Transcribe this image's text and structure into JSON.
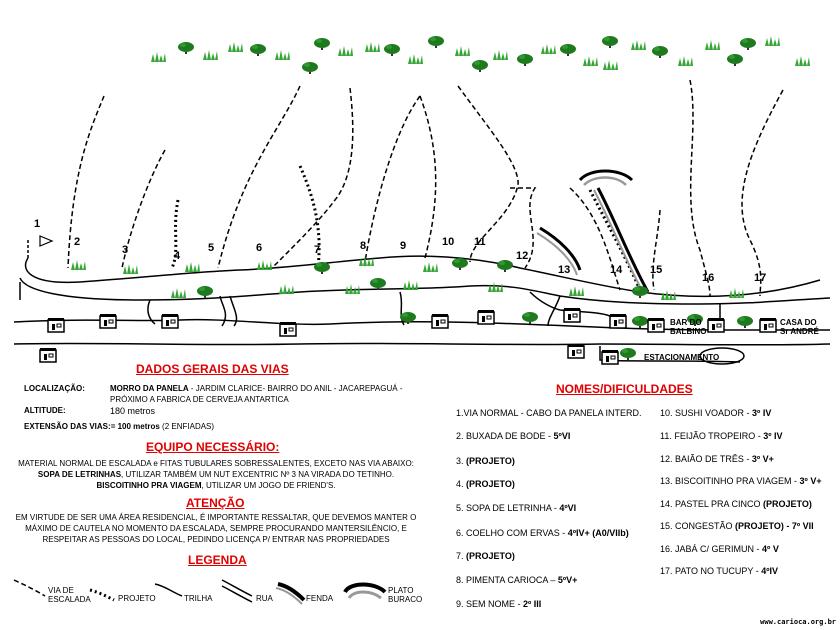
{
  "route_numbers": [
    "1",
    "2",
    "3",
    "4",
    "5",
    "6",
    "7",
    "8",
    "9",
    "10",
    "11",
    "12",
    "13",
    "14",
    "15",
    "16",
    "17"
  ],
  "places": {
    "bar_line1": "BAR DO",
    "bar_line2": "BALBINO",
    "casa_line1": "CASA DO",
    "casa_line2": "Sr ANDRÉ",
    "estacionamento": "ESTACIONAMENTO"
  },
  "dados": {
    "title": "DADOS GERAIS DAS VIAS",
    "localizacao_label": "LOCALIZAÇÃO:",
    "localizacao_bold": "MORRO DA PANELA",
    "localizacao_rest1": " - JARDIM CLARICE- BAIRRO DO ANIL - JACAREPAGUÁ -",
    "localizacao_rest2": "PRÓXIMO A FABRICA DE CERVEJA  ANTARTICA",
    "altitude_label": "ALTITUDE:",
    "altitude_value": "180 metros",
    "extensao_label": "EXTENSÃO DAS VIAS:",
    "extensao_value": "= 100 metros",
    "extensao_note": " (2 ENFIADAS)"
  },
  "equipo": {
    "title": "EQUIPO NECESSÁRIO:",
    "line1": "MATERIAL NORMAL DE ESCALADA e FITAS TUBULARES SOBRESSALENTES, EXCETO NAS VIA ABAIXO:",
    "line2_bold": "SOPA DE LETRINHAS",
    "line2_rest": ", UTILIZAR TAMBÉM UM NUT EXCENTRIC Nº 3 NA VIRADA DO TETINHO.",
    "line3_bold": "BISCOITINHO PRA VIAGEM",
    "line3_rest": ", UTILIZAR UM JOGO DE FRIEND'S."
  },
  "atencao": {
    "title": "ATENÇÃO",
    "line1": "EM VIRTUDE DE SER UMA ÁREA RESIDENCIAL, É IMPORTANTE RESSALTAR, QUE DEVEMOS MANTER O",
    "line2": "MÁXIMO DE CAUTELA NO MOMENTO DA ESCALADA, SEMPRE PROCURANDO MANTERSILÊNCIO, E",
    "line3": "RESPEITAR AS PESSOAS DO LOCAL, PEDINDO LICENÇA P/ ENTRAR NAS PROPRIEDADES"
  },
  "legenda": {
    "title": "LEGENDA",
    "via1": "VIA DE",
    "via2": "ESCALADA",
    "projeto": "PROJETO",
    "trilha": "TRILHA",
    "rua": "RUA",
    "fenda": "FENDA",
    "plato1": "PLATO",
    "plato2": "BURACO"
  },
  "nomes_title": "NOMES/DIFICULDADES",
  "routes_left": [
    {
      "name": "1.VIA NORMAL - CABO DA PANELA INTERD.",
      "grade": ""
    },
    {
      "name": "2. BUXADA DE BODE - ",
      "grade": "5ºVI"
    },
    {
      "name": "3. ",
      "grade": "(PROJETO)"
    },
    {
      "name": "4. ",
      "grade": "(PROJETO)"
    },
    {
      "name": "5. SOPA DE LETRINHA - ",
      "grade": "4ºVI"
    },
    {
      "name": "6. COELHO COM ERVAS - ",
      "grade": "4ºIV+ (A0/VIIb)"
    },
    {
      "name": "7. ",
      "grade": "(PROJETO)"
    },
    {
      "name": "8. PIMENTA CARIOCA – ",
      "grade": "5ºV+"
    },
    {
      "name": "9. SEM NOME - ",
      "grade": "2º III"
    }
  ],
  "routes_right": [
    {
      "name": "10. SUSHI VOADOR - ",
      "grade": "3º IV"
    },
    {
      "name": "11. FEIJÃO TROPEIRO - ",
      "grade": "3º IV"
    },
    {
      "name": "12. BAIÃO DE TRÊS - ",
      "grade": "3º V+"
    },
    {
      "name": "13. BISCOITINHO PRA VIAGEM - ",
      "grade": "3º V+"
    },
    {
      "name": "14. PASTEL PRA CINCO ",
      "grade": "(PROJETO)"
    },
    {
      "name": "15. CONGESTÃO ",
      "grade": "(PROJETO)",
      "tail": " - 7º VII"
    },
    {
      "name": "16. JABÁ C/ GERIMUN - ",
      "grade": "4º V"
    },
    {
      "name": "17. PATO NO TUCUPY - ",
      "grade": "4ºIV"
    }
  ],
  "credit": "www.carioca.org.br"
}
